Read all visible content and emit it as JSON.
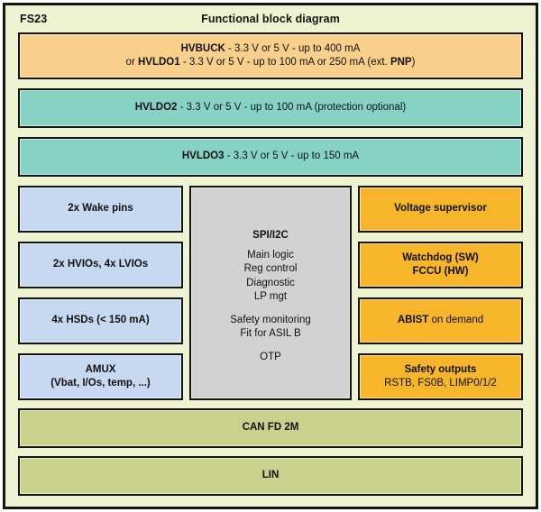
{
  "header": {
    "part_number": "FS23",
    "title": "Functional block diagram"
  },
  "colors": {
    "background": "#eef4d2",
    "frame_border": "#161616",
    "regulator_buck": "#f8d08c",
    "regulator_ldo": "#86d3c5",
    "io_blocks": "#c7d9f0",
    "digital_core": "#d2d2d2",
    "safety_blocks": "#f7b52b",
    "transceivers": "#c9d18c"
  },
  "rails": [
    {
      "name": "hvbuck-hvldo1",
      "color": "#f8d08c",
      "lines": [
        [
          {
            "text": "HVBUCK",
            "bold": true
          },
          {
            "text": " - 3.3 V or 5 V - up to 400 mA",
            "bold": false
          }
        ],
        [
          {
            "text": "or ",
            "bold": false
          },
          {
            "text": "HVLDO1",
            "bold": true
          },
          {
            "text": " - 3.3 V or 5 V - up to 100 mA or 250 mA (ext. ",
            "bold": false
          },
          {
            "text": "PNP",
            "bold": true
          },
          {
            "text": ")",
            "bold": false
          }
        ]
      ]
    },
    {
      "name": "hvldo2",
      "color": "#86d3c5",
      "lines": [
        [
          {
            "text": "HVLDO2",
            "bold": true
          },
          {
            "text": " - 3.3 V or 5 V - up to 100 mA (protection optional)",
            "bold": false
          }
        ]
      ]
    },
    {
      "name": "hvldo3",
      "color": "#86d3c5",
      "lines": [
        [
          {
            "text": "HVLDO3",
            "bold": true
          },
          {
            "text": " - 3.3 V or 5 V - up to 150 mA",
            "bold": false
          }
        ]
      ]
    }
  ],
  "left_column": [
    {
      "name": "wake-pins",
      "lines": [
        [
          {
            "text": "2x Wake pins",
            "bold": true
          }
        ]
      ]
    },
    {
      "name": "hvios-lvios",
      "lines": [
        [
          {
            "text": "2x HVIOs, 4x LVIOs",
            "bold": true
          }
        ]
      ]
    },
    {
      "name": "hsds",
      "lines": [
        [
          {
            "text": "4x HSDs (< 150 mA)",
            "bold": true
          }
        ]
      ]
    },
    {
      "name": "amux",
      "lines": [
        [
          {
            "text": "AMUX",
            "bold": true
          }
        ],
        [
          {
            "text": "(Vbat, I/Os, temp, ...)",
            "bold": true
          }
        ]
      ]
    }
  ],
  "center_block": {
    "name": "spi-i2c-core",
    "title": "SPI/I2C",
    "paragraphs": [
      [
        "Main logic",
        "Reg control",
        "Diagnostic",
        "LP mgt"
      ],
      [
        "Safety monitoring",
        "Fit for ASIL B"
      ],
      [
        "OTP"
      ]
    ]
  },
  "right_column": [
    {
      "name": "voltage-supervisor",
      "lines": [
        [
          {
            "text": "Voltage supervisor",
            "bold": true
          }
        ]
      ]
    },
    {
      "name": "watchdog-fccu",
      "lines": [
        [
          {
            "text": "Watchdog (SW)",
            "bold": true
          }
        ],
        [
          {
            "text": "FCCU (HW)",
            "bold": true
          }
        ]
      ]
    },
    {
      "name": "abist",
      "lines": [
        [
          {
            "text": "ABIST",
            "bold": true
          },
          {
            "text": " on demand",
            "bold": false
          }
        ]
      ]
    },
    {
      "name": "safety-outputs",
      "lines": [
        [
          {
            "text": "Safety outputs",
            "bold": true
          }
        ],
        [
          {
            "text": "RSTB, FS0B, LIMP0/1/2",
            "bold": false
          }
        ]
      ]
    }
  ],
  "buses": [
    {
      "name": "can-fd-2m",
      "color": "#c9d18c",
      "lines": [
        [
          {
            "text": "CAN FD 2M",
            "bold": true
          }
        ]
      ]
    },
    {
      "name": "lin",
      "color": "#c9d18c",
      "lines": [
        [
          {
            "text": "LIN",
            "bold": true
          }
        ]
      ]
    }
  ]
}
